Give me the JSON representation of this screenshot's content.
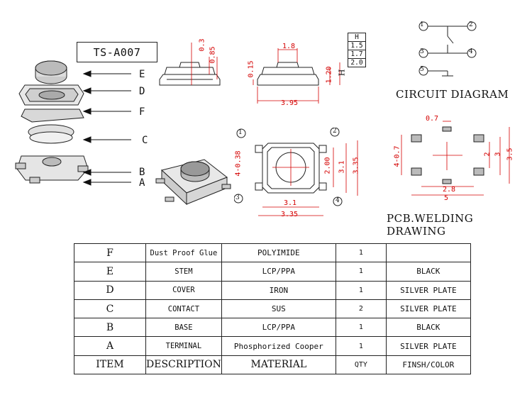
{
  "model": "TS-A007",
  "exploded_labels": [
    "E",
    "D",
    "F",
    "C",
    "B",
    "A"
  ],
  "side_view_dims": {
    "a": "0.3",
    "b": "0.85",
    "c": "0.15",
    "d": "1.8",
    "e": "1.20",
    "f": "3.95",
    "h": "H"
  },
  "height_table": {
    "header": "H",
    "values": [
      "1.5",
      "1.7",
      "2.0"
    ]
  },
  "top_view_dims": {
    "a": "4-0.38",
    "b": "2.00",
    "c": "3.1",
    "d": "3.35",
    "e": "3.1",
    "f": "3.35"
  },
  "top_view_pins": [
    "1",
    "2",
    "3",
    "4"
  ],
  "circuit": {
    "title": "CIRCUIT DIAGRAM",
    "nodes": [
      "1",
      "2",
      "3",
      "4",
      "5"
    ]
  },
  "pcb": {
    "title": "PCB.WELDING DRAWING",
    "dims": {
      "a": "0.7",
      "b": "4-0.7",
      "c": "2",
      "d": "3",
      "e": "3.5",
      "f": "2.8",
      "g": "5"
    }
  },
  "bom": {
    "rows": [
      {
        "item": "F",
        "description": "Dust Proof Glue",
        "material": "POLYIMIDE",
        "qty": "1",
        "finish": ""
      },
      {
        "item": "E",
        "description": "STEM",
        "material": "LCP/PPA",
        "qty": "1",
        "finish": "BLACK"
      },
      {
        "item": "D",
        "description": "COVER",
        "material": "IRON",
        "qty": "1",
        "finish": "SILVER PLATE"
      },
      {
        "item": "C",
        "description": "CONTACT",
        "material": "SUS",
        "qty": "2",
        "finish": "SILVER PLATE"
      },
      {
        "item": "B",
        "description": "BASE",
        "material": "LCP/PPA",
        "qty": "1",
        "finish": "BLACK"
      },
      {
        "item": "A",
        "description": "TERMINAL",
        "material": "Phosphorized Cooper",
        "qty": "1",
        "finish": "SILVER PLATE"
      }
    ],
    "header": {
      "item": "ITEM",
      "description": "DESCRIPTION",
      "material": "MATERIAL",
      "qty": "QTY",
      "finish": "FINSH/COLOR"
    }
  }
}
